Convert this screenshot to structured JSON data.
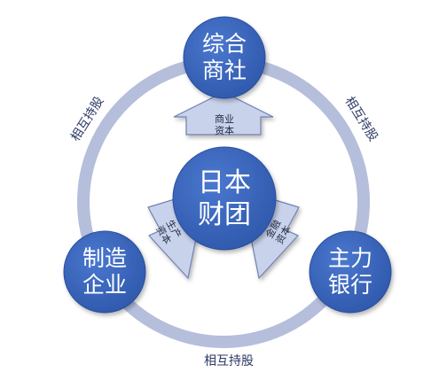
{
  "center": {
    "line1": "日本",
    "line2": "财团"
  },
  "nodes": {
    "top": {
      "line1": "综合",
      "line2": "商社"
    },
    "left": {
      "line1": "制造",
      "line2": "企业"
    },
    "right": {
      "line1": "主力",
      "line2": "银行"
    }
  },
  "arrows": {
    "top": {
      "line1": "商业",
      "line2": "资本"
    },
    "left": {
      "line1": "生产",
      "line2": "资本"
    },
    "right": {
      "line1": "金融",
      "line2": "资本"
    }
  },
  "ring_labels": {
    "left": "相互持股",
    "right": "相互持股",
    "bottom": "相互持股"
  },
  "colors": {
    "node_fill": "#3a63b8",
    "node_stroke": "#2a4f9c",
    "ring": "#b5bedb",
    "arrow_fill": "#c8d2ea",
    "arrow_stroke": "#6f80b3"
  }
}
